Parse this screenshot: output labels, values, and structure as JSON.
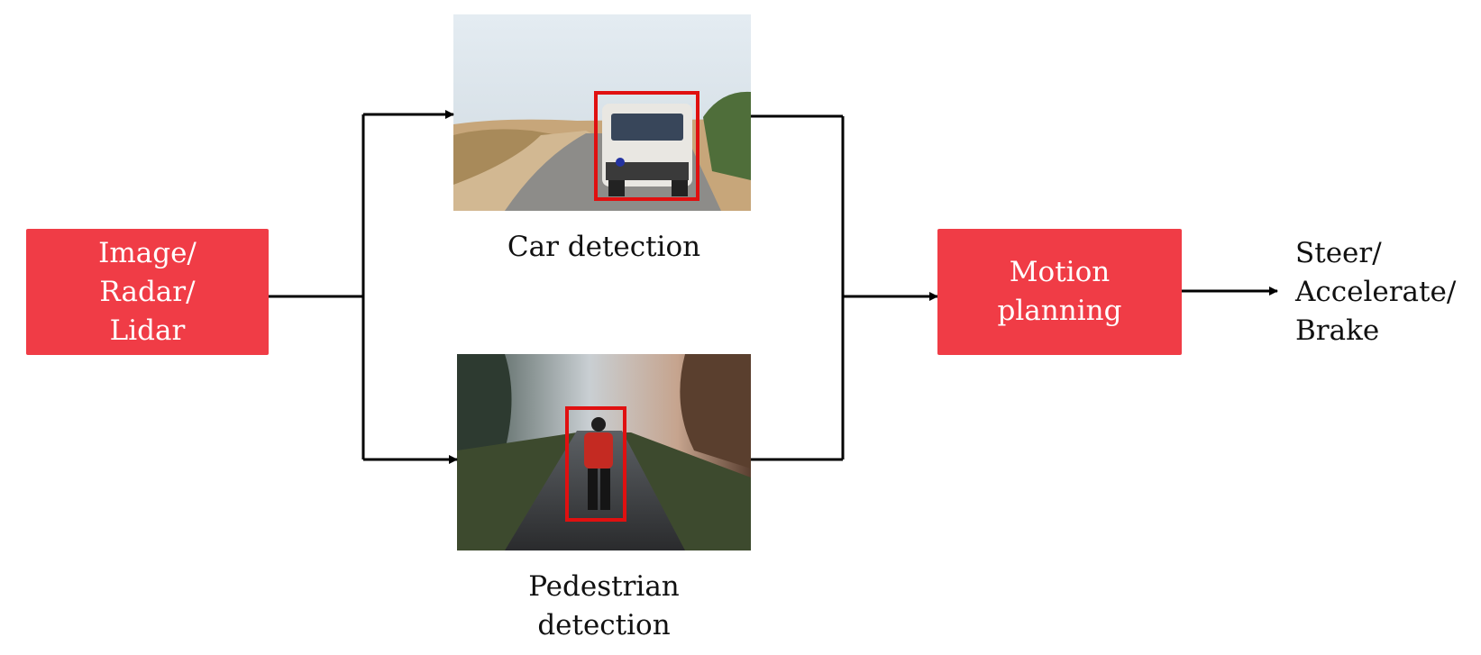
{
  "input_box": {
    "lines": [
      "Image/",
      "Radar/",
      "Lidar"
    ]
  },
  "car_detection": {
    "caption": [
      "Car detection"
    ],
    "image_icon": "car-photo"
  },
  "pedestrian_detection": {
    "caption": [
      "Pedestrian",
      "detection"
    ],
    "image_icon": "pedestrian-photo"
  },
  "motion_planning": {
    "lines": [
      "Motion",
      "planning"
    ]
  },
  "output": {
    "lines": [
      "Steer/",
      "Accelerate/",
      "Brake"
    ]
  },
  "colors": {
    "box_fill": "#f03c46",
    "box_text": "#ffffff",
    "bbox_stroke": "#e01010",
    "arrow": "#000000"
  }
}
